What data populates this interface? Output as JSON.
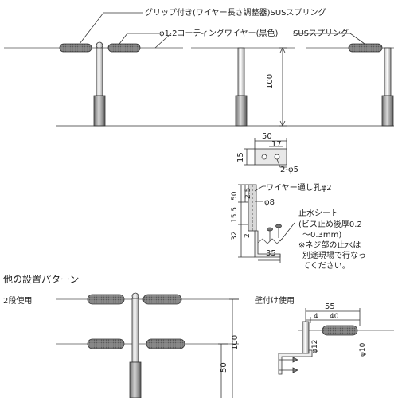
{
  "labels": {
    "grip_label": "グリップ付き(ワイヤー長さ調整器)SUSスプリング",
    "wire_label": "φ1.2コーティングワイヤー(黒色)",
    "spring_label": "SUSスプリング",
    "height_100_top": "100",
    "dim_50": "50",
    "dim_17": "17",
    "dim_15": "15",
    "hole_2phi5": "2-φ5",
    "wire_hole": "ワイヤー通し孔φ2",
    "phi8": "φ8",
    "v_2_5": "2.5",
    "v_50": "50",
    "v_15_5": "15.5",
    "v_32": "32",
    "v_2": "2",
    "dim_35": "35",
    "sheet_title": "止水シート",
    "sheet_line2": "(ビス止め後厚0.2",
    "sheet_line3": "～0.3mm)",
    "note_line1": "※ネジ部の止水は",
    "note_line2": "別途現場で行なっ",
    "note_line3": "てください。",
    "other_title": "他の設置パターン",
    "two_tier": "2段使用",
    "wall": "壁付け使用",
    "bottom_100": "100",
    "bottom_50": "50",
    "wall_55": "55",
    "wall_4": "4",
    "wall_40": "40",
    "wall_phi12": "φ12",
    "wall_phi10": "φ10"
  }
}
